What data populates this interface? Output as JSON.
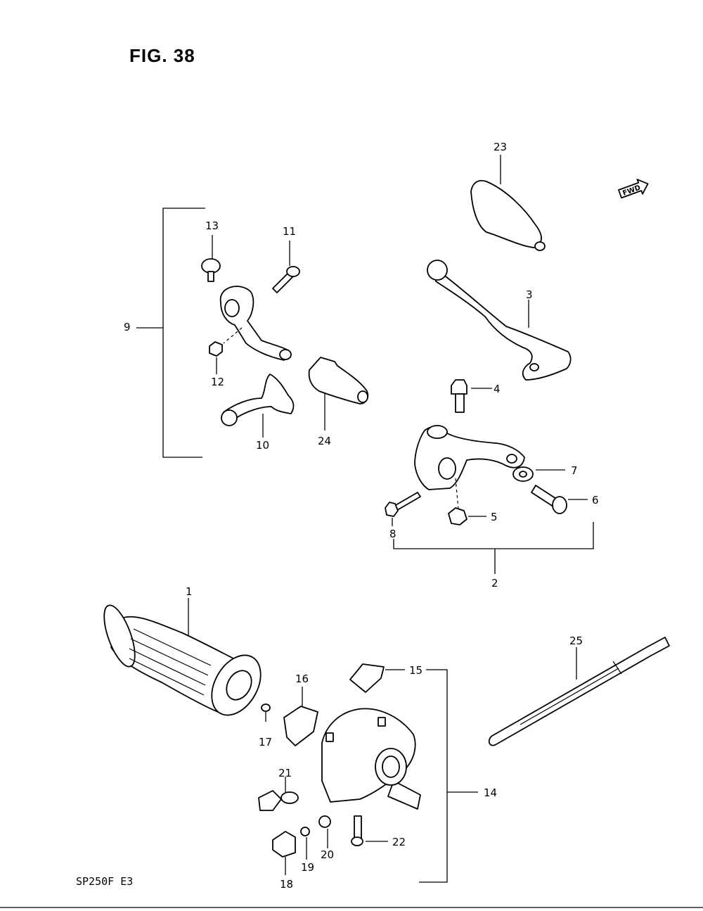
{
  "figure": {
    "title": "FIG. 38",
    "model_code": "SP250F  E3"
  },
  "fwd_indicator": {
    "label": "FWD",
    "icon": "fwd-arrow-icon"
  },
  "callouts": {
    "c1": "1",
    "c2": "2",
    "c3": "3",
    "c4": "4",
    "c5": "5",
    "c6": "6",
    "c7": "7",
    "c8": "8",
    "c9": "9",
    "c10": "10",
    "c11": "11",
    "c12": "12",
    "c13": "13",
    "c14": "14",
    "c15": "15",
    "c16": "16",
    "c17": "17",
    "c18": "18",
    "c19": "19",
    "c20": "20",
    "c21": "21",
    "c22": "22",
    "c23": "23",
    "c24": "24",
    "c25": "25"
  }
}
